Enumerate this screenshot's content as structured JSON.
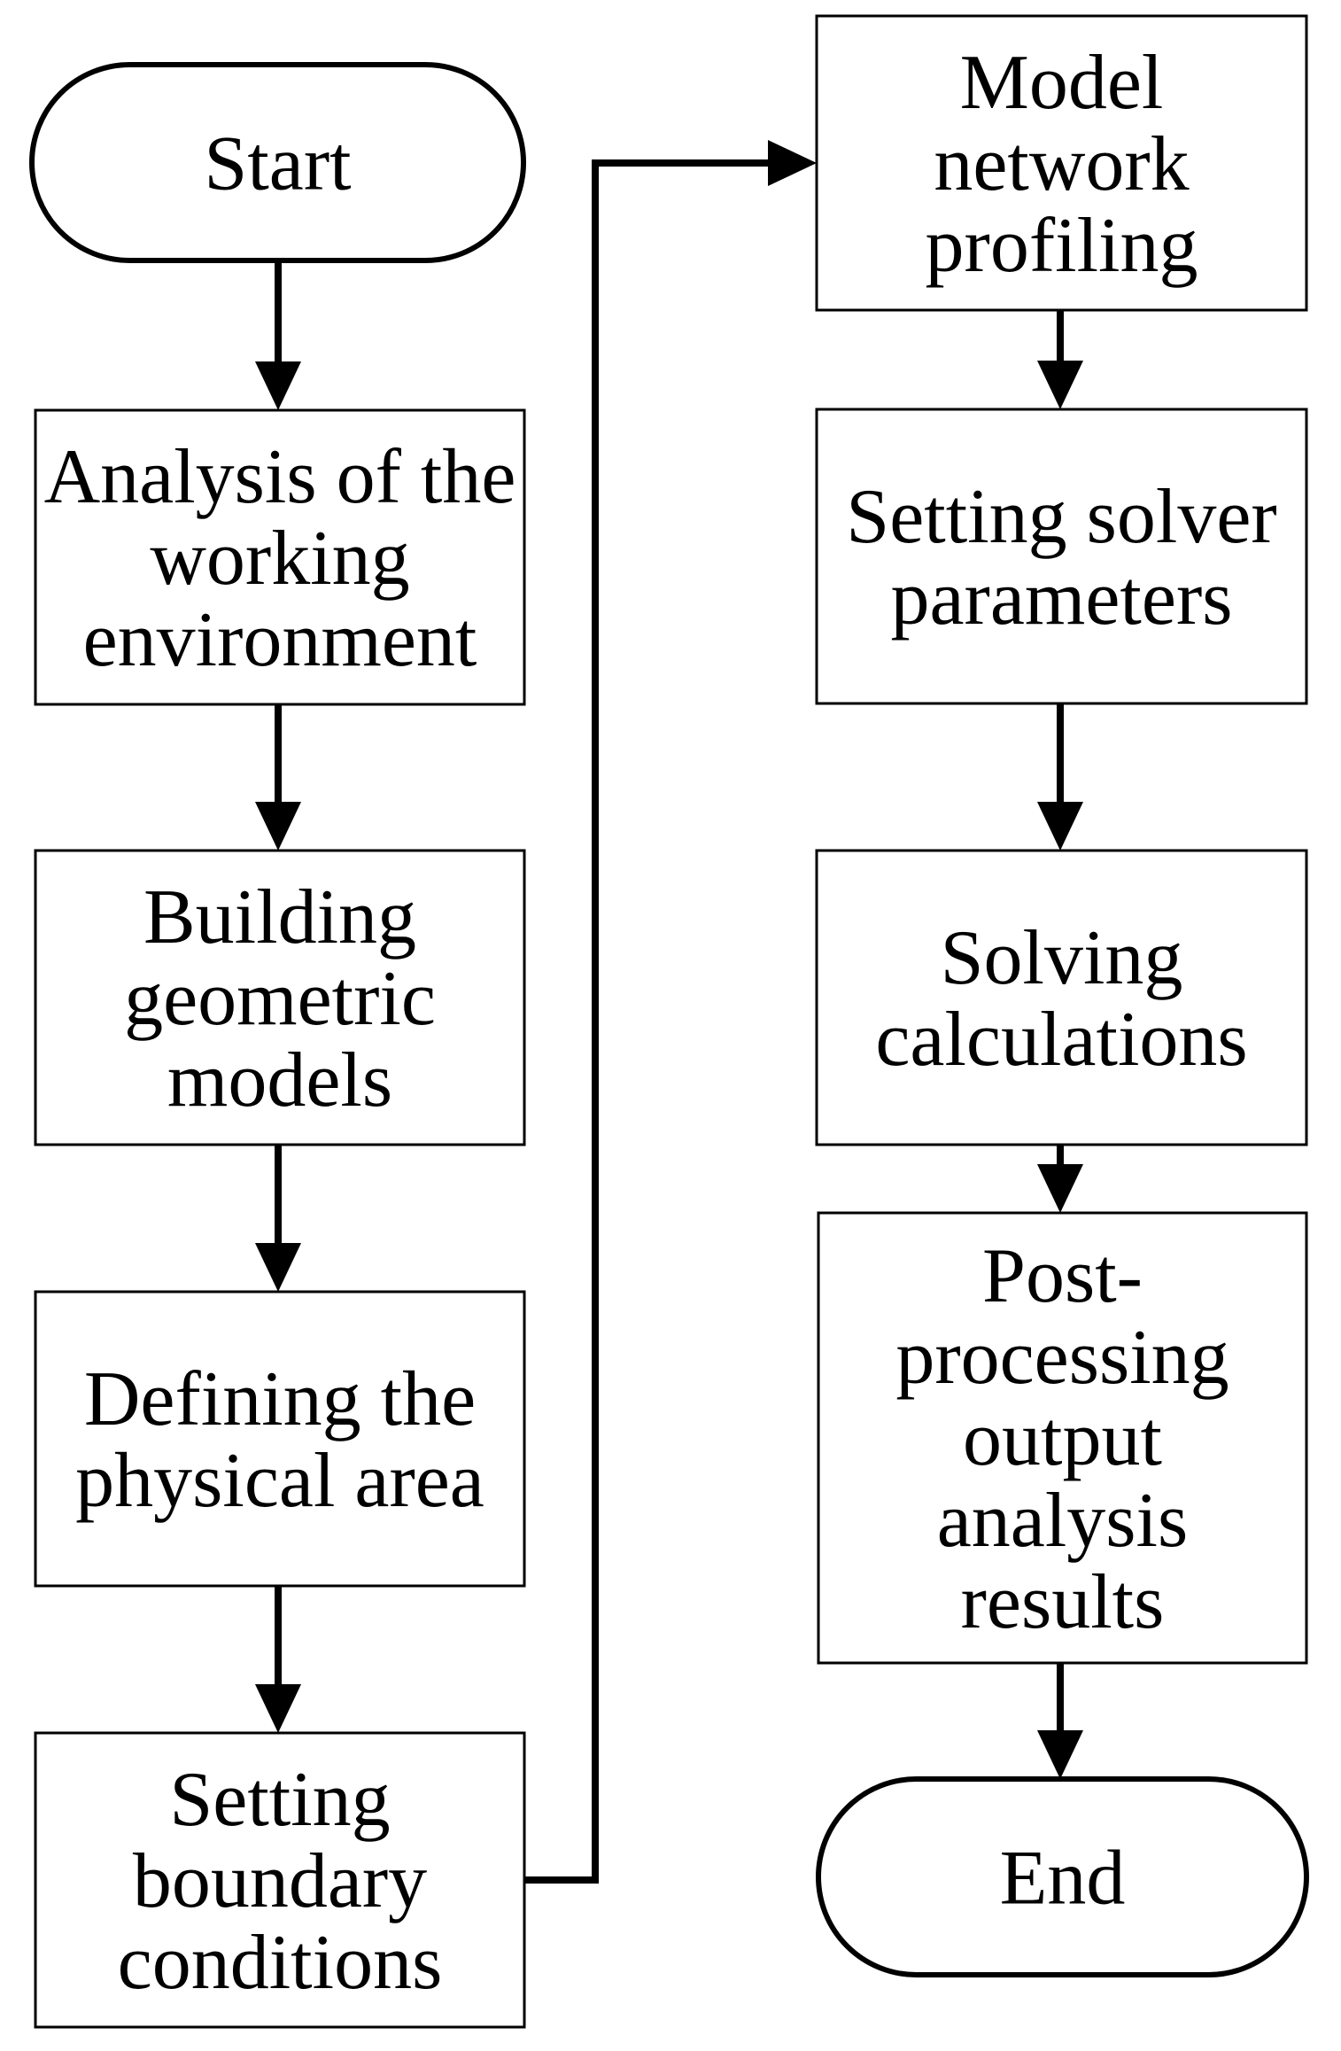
{
  "nodes": {
    "start": {
      "label": [
        "Start"
      ]
    },
    "analysis": {
      "label": [
        "Analysis of the",
        "working",
        "environment"
      ]
    },
    "building": {
      "label": [
        "Building",
        "geometric",
        "models"
      ]
    },
    "defining": {
      "label": [
        "Defining the",
        "physical area"
      ]
    },
    "boundary": {
      "label": [
        "Setting",
        "boundary",
        "conditions"
      ]
    },
    "profiling": {
      "label": [
        "Model",
        "network",
        "profiling"
      ]
    },
    "solver": {
      "label": [
        "Setting solver",
        "parameters"
      ]
    },
    "solving": {
      "label": [
        "Solving",
        "calculations"
      ]
    },
    "post": {
      "label": [
        "Post-",
        "processing",
        "output",
        "analysis",
        "results"
      ]
    },
    "end": {
      "label": [
        "End"
      ]
    }
  },
  "edges": [
    {
      "from": "start",
      "to": "analysis"
    },
    {
      "from": "analysis",
      "to": "building"
    },
    {
      "from": "building",
      "to": "defining"
    },
    {
      "from": "defining",
      "to": "boundary"
    },
    {
      "from": "boundary",
      "to": "profiling"
    },
    {
      "from": "profiling",
      "to": "solver"
    },
    {
      "from": "solver",
      "to": "solving"
    },
    {
      "from": "solving",
      "to": "post"
    },
    {
      "from": "post",
      "to": "end"
    }
  ],
  "colors": {
    "stroke": "#000000",
    "fill": "#ffffff",
    "text": "#000000"
  }
}
